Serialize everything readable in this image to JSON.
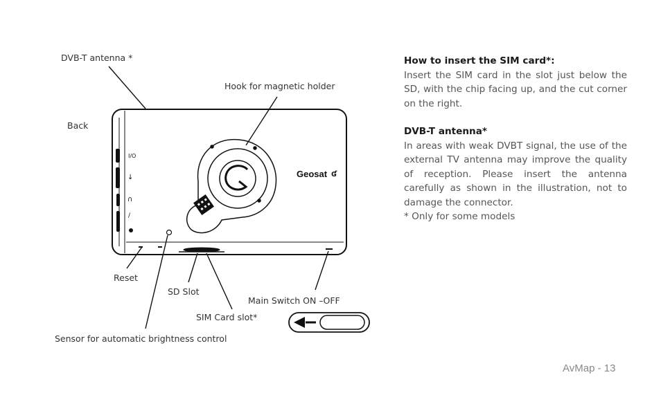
{
  "labels": {
    "dvbt_antenna": "DVB-T antenna *",
    "hook": "Hook for magnetic holder",
    "back": "Back",
    "reset": "Reset",
    "sd_slot": "SD Slot",
    "main_switch": "Main Switch ON –OFF",
    "sim_slot": "SIM Card slot*",
    "sensor": "Sensor for automatic brightness control"
  },
  "device": {
    "brand": "Geosat"
  },
  "sections": [
    {
      "heading": "How to insert the SIM card*:",
      "body": "Insert the SIM card in the slot just below the SD, with the chip facing up, and the cut corner on the right."
    },
    {
      "heading": "DVB-T antenna*",
      "body": "In areas with weak DVBT signal, the use of the external TV antenna may improve the quality of reception. Please insert the antenna carefully as shown in the illustration, not to damage the connector."
    }
  ],
  "note": "* Only for some models",
  "footer": "AvMap - 13"
}
